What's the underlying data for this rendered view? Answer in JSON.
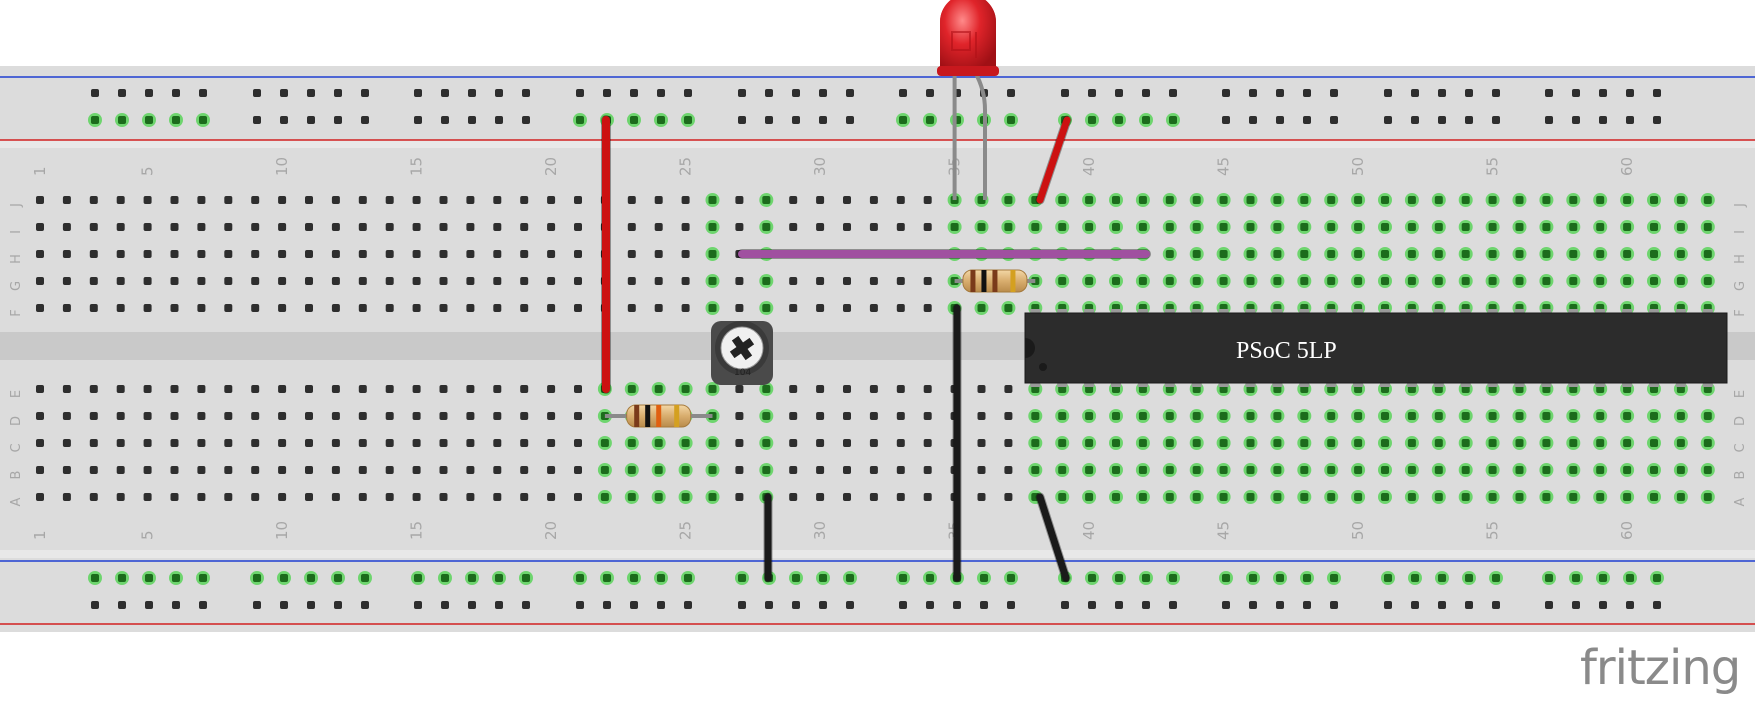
{
  "logo": {
    "text": "fritzing"
  },
  "breadboard": {
    "columns": 63,
    "column_labels": [
      "1",
      "5",
      "10",
      "15",
      "20",
      "25",
      "30",
      "35",
      "40",
      "45",
      "50",
      "55",
      "60"
    ],
    "row_letters_top": [
      "J",
      "I",
      "H",
      "G",
      "F"
    ],
    "row_letters_bottom": [
      "E",
      "D",
      "C",
      "B",
      "A"
    ],
    "colors": {
      "board": "#dcdcdc",
      "hole": "#2e2e2e",
      "active": "#5bd35b",
      "blue_rail": "#1f3fd1",
      "red_rail": "#d12020"
    }
  },
  "components": {
    "chip": {
      "label": "PSoC 5LP",
      "pins_per_side": 26
    },
    "potentiometer": {
      "label": "104"
    },
    "led": {
      "color": "#e0242a"
    },
    "resistors": [
      {
        "bands": [
          "#7a3a1a",
          "#111111",
          "#e06010",
          "#d4a020"
        ]
      },
      {
        "bands": [
          "#7a3a1a",
          "#111111",
          "#7a3a1a",
          "#d4a020"
        ]
      }
    ],
    "wires": [
      {
        "color": "#cc1111"
      },
      {
        "color": "#cc1111"
      },
      {
        "color": "#a050a0"
      },
      {
        "color": "#1a1a1a"
      },
      {
        "color": "#1a1a1a"
      },
      {
        "color": "#1a1a1a"
      }
    ]
  }
}
